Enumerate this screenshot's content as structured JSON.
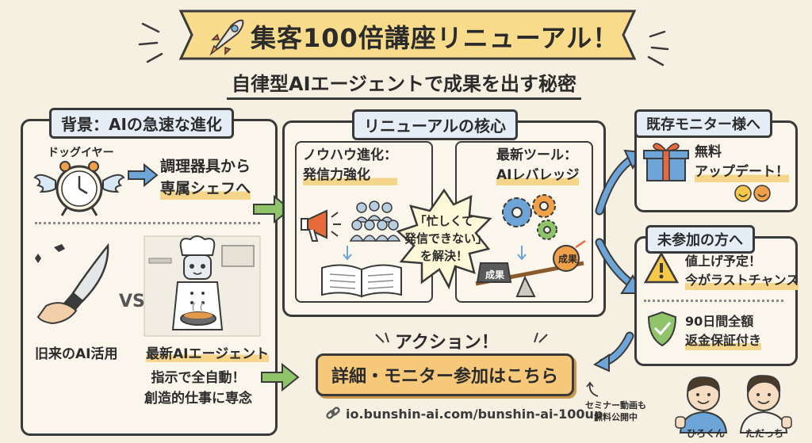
{
  "title": "集客100倍講座リニューアル！",
  "subtitle": "自律型AIエージェントで成果を出す秘密",
  "background": {
    "heading": "背景：AIの急速な進化",
    "dog_year": "ドッグイヤー",
    "cook_line1": "調理器具から",
    "cook_line2": "専属シェフへ",
    "vs": "VS",
    "old_label": "旧来のAI活用",
    "new_label": "最新AIエージェント",
    "auto_line1": "指示で全自動！",
    "auto_line2": "創造的仕事に専念"
  },
  "core": {
    "heading": "リニューアルの核心",
    "knowhow_line1": "ノウハウ進化：",
    "knowhow_line2": "発信力強化",
    "tool_line1": "最新ツール：",
    "tool_line2": "AIレバレッジ",
    "burst_line1": "「忙しくて",
    "burst_line2": "発信できない」",
    "burst_line3": "を解決！",
    "lever_left": "成果",
    "lever_right": "成果"
  },
  "existing": {
    "heading": "既存モニター様へ",
    "line1": "無料",
    "line2": "アップデート！"
  },
  "new": {
    "heading": "未参加の方へ",
    "price_line1": "値上げ予定！",
    "price_line2": "今がラストチャンス",
    "guarantee_line1": "90日間全額",
    "guarantee_line2": "返金保証付き"
  },
  "action": {
    "heading": "アクション！",
    "button": "詳細・モニター参加はこちら",
    "url": "io.bunshin-ai.com/bunshin-ai-100up",
    "note_line1": "セミナー動画も",
    "note_line2": "無料公開中"
  },
  "people": {
    "left_name": "ひろくん",
    "right_name": "ただっち"
  },
  "colors": {
    "background": "#f6f0e2",
    "banner": "#f8dc8c",
    "panel_title": "#e5eef6",
    "arrow": "#6ea5d8",
    "green_arrow": "#8fc46a",
    "button": "#f6c87a",
    "highlight": "#f4d58a"
  }
}
